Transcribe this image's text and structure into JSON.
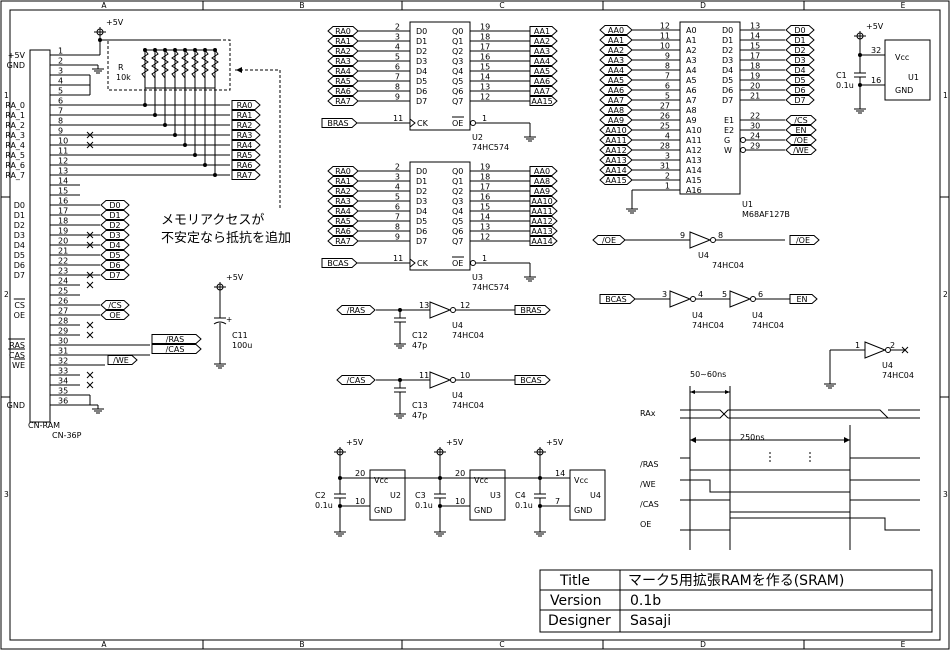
{
  "frame": {
    "cols": [
      "A",
      "B",
      "C",
      "D",
      "E"
    ],
    "rows": [
      "1",
      "2",
      "3"
    ]
  },
  "connector": {
    "ref": "CN-RAM",
    "part": "CN-36P",
    "pins": [
      {
        "no": "1",
        "label": "+5V"
      },
      {
        "no": "2",
        "label": "GND"
      },
      {
        "no": "3",
        "label": ""
      },
      {
        "no": "4",
        "label": ""
      },
      {
        "no": "5",
        "label": ""
      },
      {
        "no": "6",
        "label": "RA_0"
      },
      {
        "no": "7",
        "label": "RA_1"
      },
      {
        "no": "8",
        "label": "RA_2"
      },
      {
        "no": "9",
        "label": "RA_3"
      },
      {
        "no": "10",
        "label": "RA_4"
      },
      {
        "no": "11",
        "label": "RA_5"
      },
      {
        "no": "12",
        "label": "RA_6"
      },
      {
        "no": "13",
        "label": "RA_7"
      },
      {
        "no": "14",
        "label": ""
      },
      {
        "no": "15",
        "label": ""
      },
      {
        "no": "16",
        "label": "D0"
      },
      {
        "no": "17",
        "label": "D1"
      },
      {
        "no": "18",
        "label": "D2"
      },
      {
        "no": "19",
        "label": "D3"
      },
      {
        "no": "20",
        "label": "D4"
      },
      {
        "no": "21",
        "label": "D5"
      },
      {
        "no": "22",
        "label": "D6"
      },
      {
        "no": "23",
        "label": "D7"
      },
      {
        "no": "24",
        "label": ""
      },
      {
        "no": "25",
        "label": ""
      },
      {
        "no": "26",
        "label": "CS"
      },
      {
        "no": "27",
        "label": "OE"
      },
      {
        "no": "28",
        "label": ""
      },
      {
        "no": "29",
        "label": ""
      },
      {
        "no": "30",
        "label": "RAS"
      },
      {
        "no": "31",
        "label": "CAS"
      },
      {
        "no": "32",
        "label": "WE"
      },
      {
        "no": "33",
        "label": ""
      },
      {
        "no": "34",
        "label": ""
      },
      {
        "no": "35",
        "label": ""
      },
      {
        "no": "36",
        "label": "GND"
      }
    ],
    "ra_nets": [
      "RA0",
      "RA1",
      "RA2",
      "RA3",
      "RA4",
      "RA5",
      "RA6",
      "RA7"
    ],
    "d_nets": [
      "D0",
      "D1",
      "D2",
      "D3",
      "D4",
      "D5",
      "D6",
      "D7"
    ],
    "ctrl_nets": [
      "/CS",
      "OE"
    ],
    "bus_nets": [
      "/RAS",
      "/CAS",
      "/WE"
    ]
  },
  "resistor": {
    "ref": "R",
    "value": "10k",
    "supply": "+5V"
  },
  "note": {
    "line1": "メモリアクセスが",
    "line2": "不安定なら抵抗を追加"
  },
  "u2": {
    "ref": "U2",
    "part": "74HC574",
    "in_nets": [
      "RA0",
      "RA1",
      "RA2",
      "RA3",
      "RA4",
      "RA5",
      "RA6",
      "RA7"
    ],
    "in_pins": [
      "2",
      "3",
      "4",
      "5",
      "6",
      "7",
      "8",
      "9"
    ],
    "d_labels": [
      "D0",
      "D1",
      "D2",
      "D3",
      "D4",
      "D5",
      "D6",
      "D7"
    ],
    "q_labels": [
      "Q0",
      "Q1",
      "Q2",
      "Q3",
      "Q4",
      "Q5",
      "Q6",
      "Q7"
    ],
    "out_pins": [
      "19",
      "18",
      "17",
      "16",
      "15",
      "14",
      "13",
      "12"
    ],
    "out_nets": [
      "AA1",
      "AA2",
      "AA3",
      "AA4",
      "AA5",
      "AA6",
      "AA7",
      "AA15"
    ],
    "ck_net": "BRAS",
    "ck_pin": "11",
    "ck_label": "CK",
    "oe_label": "OE",
    "oe_pin": "1"
  },
  "u3": {
    "ref": "U3",
    "part": "74HC574",
    "in_nets": [
      "RA0",
      "RA1",
      "RA2",
      "RA3",
      "RA4",
      "RA5",
      "RA6",
      "RA7"
    ],
    "in_pins": [
      "2",
      "3",
      "4",
      "5",
      "6",
      "7",
      "8",
      "9"
    ],
    "d_labels": [
      "D0",
      "D1",
      "D2",
      "D3",
      "D4",
      "D5",
      "D6",
      "D7"
    ],
    "q_labels": [
      "Q0",
      "Q1",
      "Q2",
      "Q3",
      "Q4",
      "Q5",
      "Q6",
      "Q7"
    ],
    "out_pins": [
      "19",
      "18",
      "17",
      "16",
      "15",
      "14",
      "13",
      "12"
    ],
    "out_nets": [
      "AA0",
      "AA8",
      "AA9",
      "AA10",
      "AA11",
      "AA12",
      "AA13",
      "AA14"
    ],
    "ck_net": "BCAS",
    "ck_pin": "11",
    "ck_label": "CK",
    "oe_label": "OE",
    "oe_pin": "1"
  },
  "u1": {
    "ref": "U1",
    "part": "M68AF127B",
    "a_nets": [
      "AA0",
      "AA1",
      "AA2",
      "AA3",
      "AA4",
      "AA5",
      "AA6",
      "AA7",
      "AA8",
      "AA9",
      "AA10",
      "AA11",
      "AA12",
      "AA13",
      "AA14",
      "AA15"
    ],
    "a_pins": [
      "12",
      "11",
      "10",
      "9",
      "8",
      "7",
      "6",
      "5",
      "27",
      "26",
      "25",
      "4",
      "28",
      "3",
      "31",
      "2"
    ],
    "a_labels": [
      "A0",
      "A1",
      "A2",
      "A3",
      "A4",
      "A5",
      "A6",
      "A7",
      "A8",
      "A9",
      "A10",
      "A11",
      "A12",
      "A13",
      "A14",
      "A15",
      "A16"
    ],
    "d_pins": [
      "13",
      "14",
      "15",
      "17",
      "18",
      "19",
      "20",
      "21"
    ],
    "d_labels": [
      "D0",
      "D1",
      "D2",
      "D3",
      "D4",
      "D5",
      "D6",
      "D7"
    ],
    "d_nets": [
      "D0",
      "D1",
      "D2",
      "D3",
      "D4",
      "D5",
      "D6",
      "D7"
    ],
    "c_pins": [
      "22",
      "30",
      "24",
      "29"
    ],
    "c_labels": [
      "E1",
      "E2",
      "G",
      "W"
    ],
    "c_nets": [
      "/CS",
      "EN",
      "/OE",
      "/WE"
    ],
    "pwr": {
      "ref": "U1",
      "vcc": "Vcc",
      "gnd": "GND",
      "vcc_pin": "32",
      "gnd_pin": "16",
      "cap": "C1",
      "cap_val": "0.1u",
      "supply": "+5V"
    }
  },
  "inverters": [
    {
      "ref": "U4",
      "part": "74HC04",
      "in_pin": "9",
      "out_pin": "8",
      "in_net": "/OE",
      "out_net": "/OE"
    },
    {
      "ref": "U4",
      "part": "74HC04",
      "in_pin": "3",
      "out_pin": "4",
      "in_net": "BCAS",
      "out_net": ""
    },
    {
      "ref": "U4",
      "part": "74HC04",
      "in_pin": "5",
      "out_pin": "6",
      "in_net": "",
      "out_net": "EN"
    },
    {
      "ref": "U4",
      "part": "74HC04",
      "in_pin": "1",
      "out_pin": "2",
      "in_net": "",
      "out_net": ""
    },
    {
      "ref": "U4",
      "part": "74HC04",
      "in_pin": "13",
      "out_pin": "12",
      "in_net": "/RAS",
      "out_net": "BRAS",
      "cap": "C12",
      "cap_val": "47p"
    },
    {
      "ref": "U4",
      "part": "74HC04",
      "in_pin": "11",
      "out_pin": "10",
      "in_net": "/CAS",
      "out_net": "BCAS",
      "cap": "C13",
      "cap_val": "47p"
    }
  ],
  "c11": {
    "ref": "C11",
    "value": "100u",
    "supply": "+5V"
  },
  "power_blocks": [
    {
      "cap": "C2",
      "val": "0.1u",
      "ic": "U2",
      "vcc_pin": "20",
      "gnd_pin": "10",
      "supply": "+5V",
      "vcc": "Vcc",
      "gnd": "GND"
    },
    {
      "cap": "C3",
      "val": "0.1u",
      "ic": "U3",
      "vcc_pin": "20",
      "gnd_pin": "10",
      "supply": "+5V",
      "vcc": "Vcc",
      "gnd": "GND"
    },
    {
      "cap": "C4",
      "val": "0.1u",
      "ic": "U4",
      "vcc_pin": "14",
      "gnd_pin": "7",
      "supply": "+5V",
      "vcc": "Vcc",
      "gnd": "GND"
    }
  ],
  "timing": {
    "t1": "50~60ns",
    "t2": "250ns",
    "signals": [
      "RAx",
      "/RAS",
      "/WE",
      "/CAS",
      "OE"
    ]
  },
  "titleblock": {
    "title_label": "Title",
    "title": "マーク5用拡張RAMを作る(SRAM)",
    "version_label": "Version",
    "version": "0.1b",
    "designer_label": "Designer",
    "designer": "Sasaji"
  }
}
